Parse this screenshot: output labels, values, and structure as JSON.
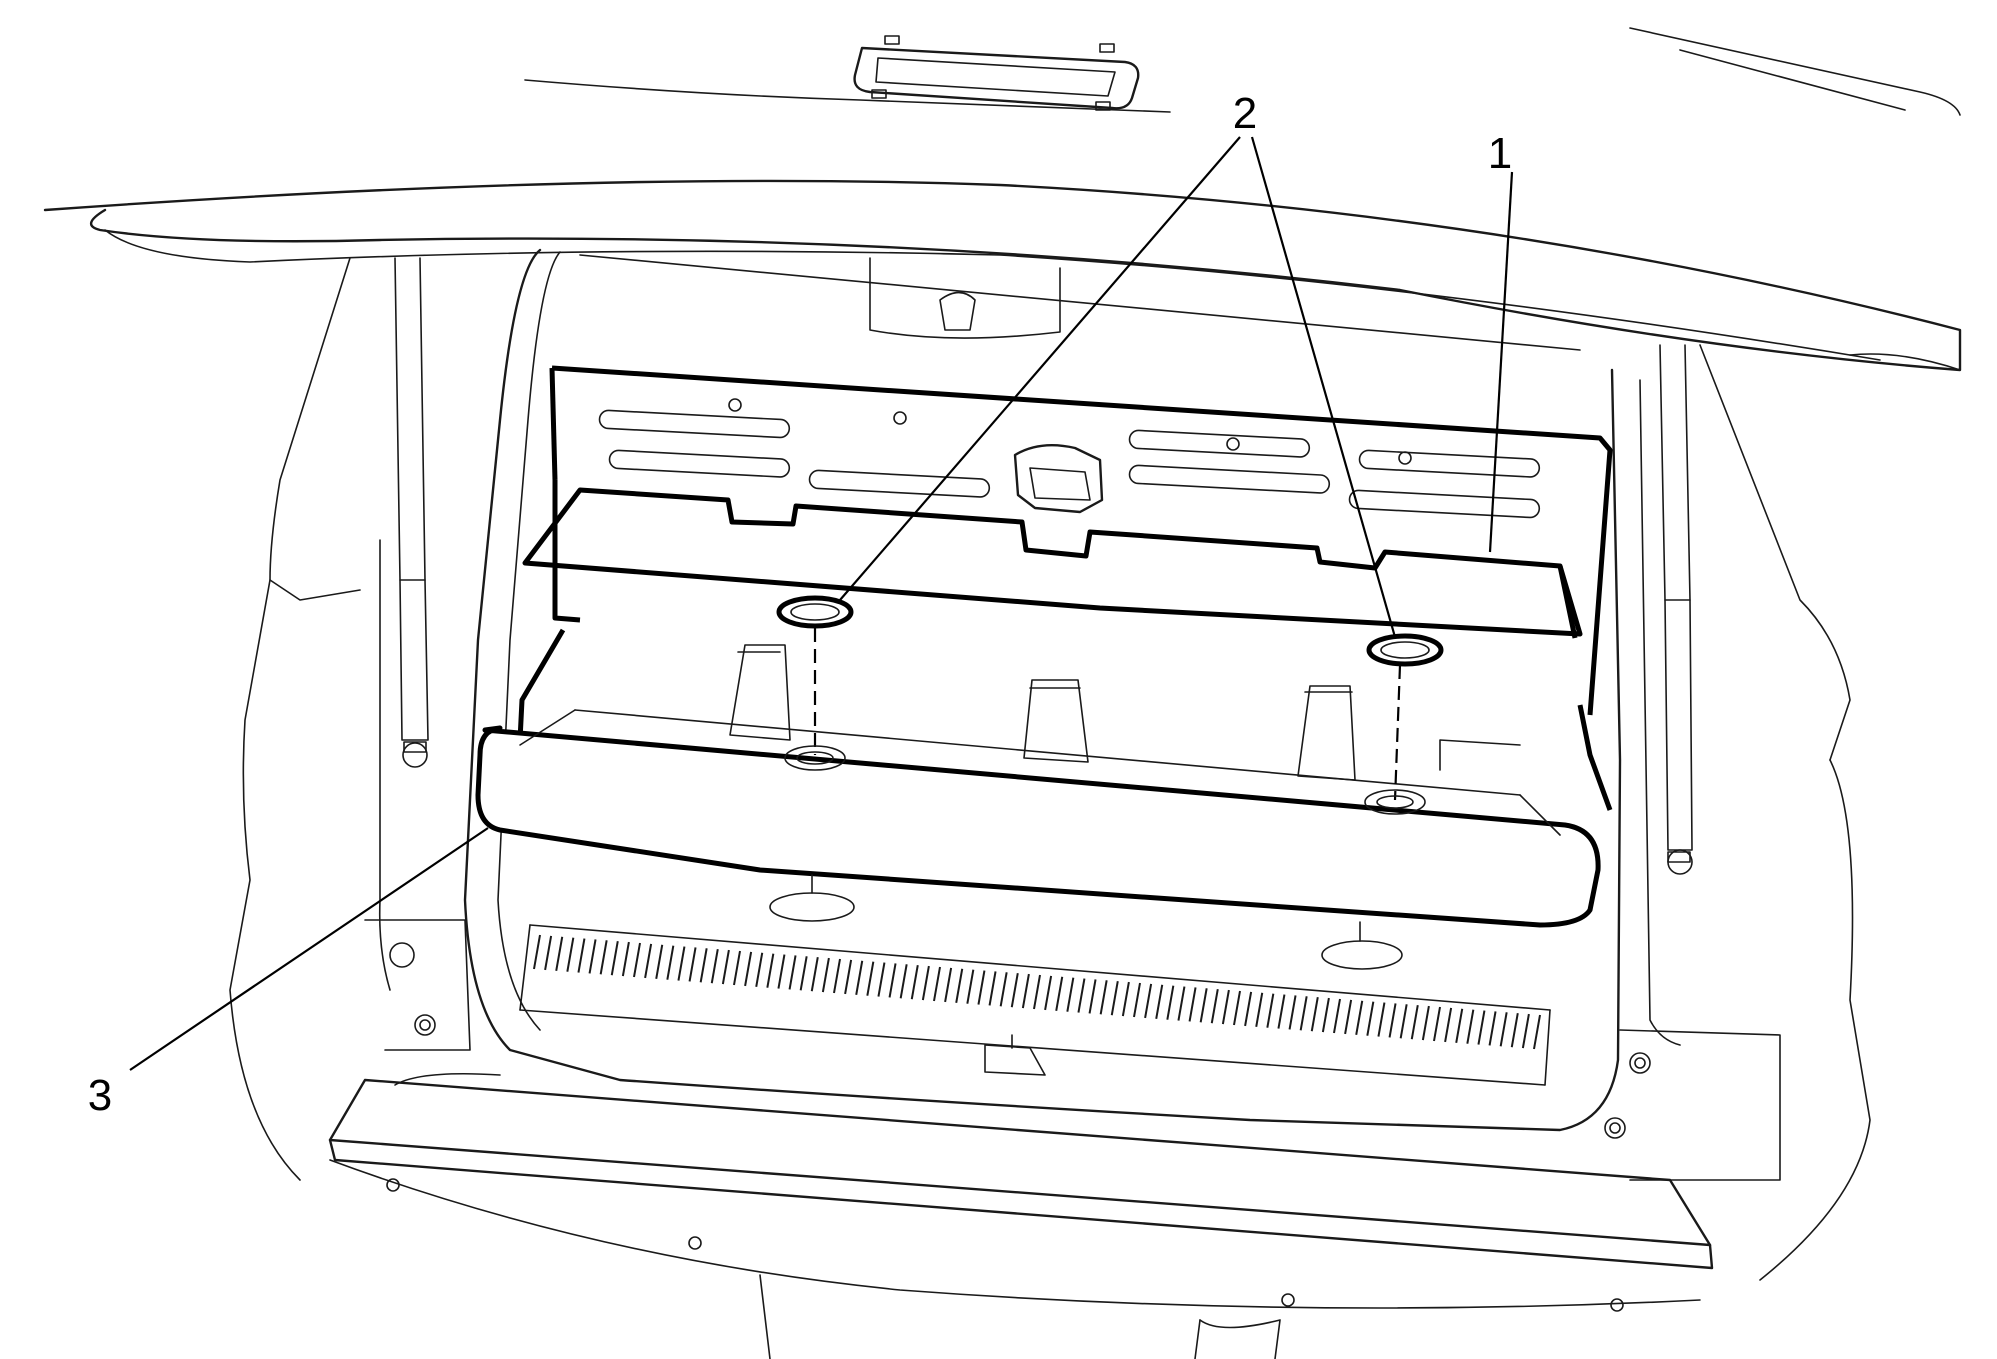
{
  "diagram": {
    "callouts": [
      {
        "id": "callout-1",
        "label": "1"
      },
      {
        "id": "callout-2",
        "label": "2"
      },
      {
        "id": "callout-3",
        "label": "3"
      }
    ]
  }
}
